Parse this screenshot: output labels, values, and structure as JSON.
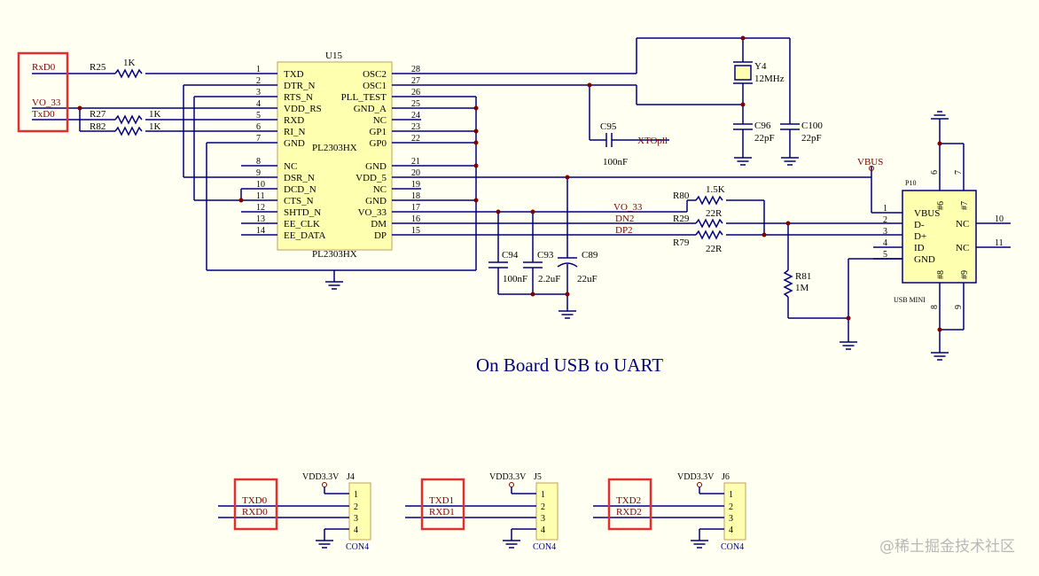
{
  "title": "On Board USB to UART",
  "watermark": "@稀土掘金技术社区",
  "colors": {
    "background": "#FFFFF2",
    "wire": "#000080",
    "netlabel": "#800000",
    "component_fill": "#FFFFB0",
    "component_outline": "#A00000",
    "highlight_box": "#E03030",
    "ground": "#000080",
    "text": "#000000"
  },
  "u15": {
    "designator": "U15",
    "part": "PL2303HX",
    "left_pins": [
      {
        "num": "1",
        "name": "TXD"
      },
      {
        "num": "2",
        "name": "DTR_N"
      },
      {
        "num": "3",
        "name": "RTS_N"
      },
      {
        "num": "4",
        "name": "VDD_RS"
      },
      {
        "num": "5",
        "name": "RXD"
      },
      {
        "num": "6",
        "name": "RI_N"
      },
      {
        "num": "7",
        "name": "GND"
      },
      {
        "num": "8",
        "name": "NC"
      },
      {
        "num": "9",
        "name": "DSR_N"
      },
      {
        "num": "10",
        "name": "DCD_N"
      },
      {
        "num": "11",
        "name": "CTS_N"
      },
      {
        "num": "12",
        "name": "SHTD_N"
      },
      {
        "num": "13",
        "name": "EE_CLK"
      },
      {
        "num": "14",
        "name": "EE_DATA"
      }
    ],
    "right_pins": [
      {
        "num": "28",
        "name": "OSC2"
      },
      {
        "num": "27",
        "name": "OSC1"
      },
      {
        "num": "26",
        "name": "PLL_TEST"
      },
      {
        "num": "25",
        "name": "GND_A"
      },
      {
        "num": "24",
        "name": "NC"
      },
      {
        "num": "23",
        "name": "GP1"
      },
      {
        "num": "22",
        "name": "GP0"
      },
      {
        "num": "21",
        "name": "GND"
      },
      {
        "num": "20",
        "name": "VDD_5"
      },
      {
        "num": "19",
        "name": "NC"
      },
      {
        "num": "18",
        "name": "GND"
      },
      {
        "num": "17",
        "name": "VO_33"
      },
      {
        "num": "16",
        "name": "DM"
      },
      {
        "num": "15",
        "name": "DP"
      }
    ]
  },
  "nets": {
    "rxd0": "RxD0",
    "vo33": "VO_33",
    "txd0": "TxD0",
    "xtopll": "XTOpll",
    "vbus": "VBUS",
    "vo33_right": "VO_33",
    "dn2": "DN2",
    "dp2": "DP2"
  },
  "resistors": {
    "r25": {
      "ref": "R25",
      "value": "1K"
    },
    "r27": {
      "ref": "R27",
      "value": "1K"
    },
    "r82": {
      "ref": "R82",
      "value": "1K"
    },
    "r80": {
      "ref": "R80",
      "value": "1.5K"
    },
    "r29": {
      "ref": "R29",
      "value": "22R"
    },
    "r79": {
      "ref": "R79",
      "value": "22R"
    },
    "r81": {
      "ref": "R81",
      "value": "1M"
    }
  },
  "capacitors": {
    "c95": {
      "ref": "C95",
      "value": "100nF"
    },
    "c96": {
      "ref": "C96",
      "value": "22pF"
    },
    "c100": {
      "ref": "C100",
      "value": "22pF"
    },
    "c94": {
      "ref": "C94",
      "value": "100nF"
    },
    "c93": {
      "ref": "C93",
      "value": "2.2uF"
    },
    "c89": {
      "ref": "C89",
      "value": "22uF"
    }
  },
  "crystal": {
    "ref": "Y4",
    "value": "12MHz"
  },
  "usb": {
    "ref": "P10",
    "label": "USB MINI",
    "pins": [
      {
        "num": "1",
        "name": "VBUS"
      },
      {
        "num": "2",
        "name": "D-"
      },
      {
        "num": "3",
        "name": "D+"
      },
      {
        "num": "4",
        "name": "ID"
      },
      {
        "num": "5",
        "name": "GND"
      }
    ],
    "nc_pins": [
      {
        "num": "10",
        "name": "NC"
      },
      {
        "num": "11",
        "name": "NC"
      }
    ],
    "shield": {
      "p6": "6",
      "p7": "7",
      "p8": "8",
      "p9": "9",
      "s6": "#6",
      "s7": "#7",
      "s8": "#8",
      "s9": "#9"
    }
  },
  "connectors": [
    {
      "ref": "J4",
      "type": "CON4",
      "vdd": "VDD3.3V",
      "tx": "TXD0",
      "rx": "RXD0",
      "pins": [
        "1",
        "2",
        "3",
        "4"
      ]
    },
    {
      "ref": "J5",
      "type": "CON4",
      "vdd": "VDD3.3V",
      "tx": "TXD1",
      "rx": "RXD1",
      "pins": [
        "1",
        "2",
        "3",
        "4"
      ]
    },
    {
      "ref": "J6",
      "type": "CON4",
      "vdd": "VDD3.3V",
      "tx": "TXD2",
      "rx": "RXD2",
      "pins": [
        "1",
        "2",
        "3",
        "4"
      ]
    }
  ]
}
